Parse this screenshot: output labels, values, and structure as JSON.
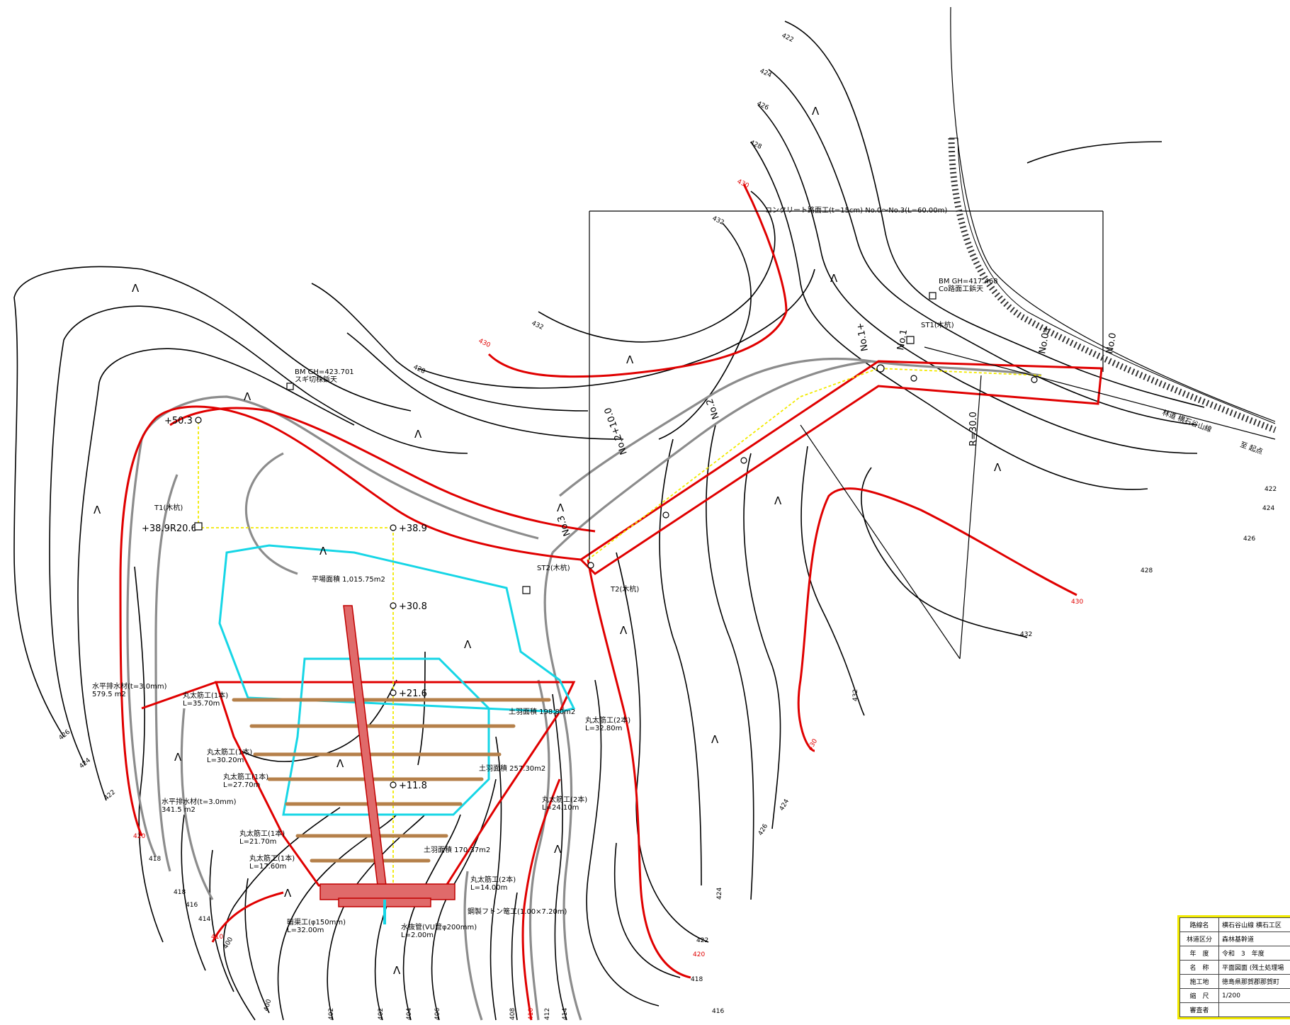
{
  "drawing": {
    "pavement_note": "コンクリート路面工(t=15cm) No.0～No.3(L=60.00m)",
    "road_name": "林道 横石谷山線",
    "start_point": "至 起点",
    "radius_label": "R=30.0",
    "stations": [
      "No.0",
      "No.0+",
      "No.1",
      "No.1+",
      "No.2",
      "No.2+10.0",
      "No.3"
    ],
    "benchmarks": [
      {
        "label": "BM GH=417.468",
        "note": "Co路面工鋲天"
      },
      {
        "label": "BM GH=423.701",
        "note": "スギ切株鋲天"
      }
    ],
    "stakes": [
      "ST1(木杭)",
      "ST2(木杭)",
      "T1(木杭)",
      "T2(木杭)"
    ],
    "elevation_marks": [
      "+50.3",
      "+38.9R20.6",
      "+38.9",
      "+30.8",
      "+21.6",
      "+11.8"
    ],
    "areas": [
      "平場面積 1,015.75m2",
      "土羽面積 198.80m2",
      "土羽面積 257.30m2",
      "土羽面積 170.37m2"
    ],
    "drain_sheets": [
      {
        "label": "水平排水材(t=3.0mm)",
        "area": "579.5 m2"
      },
      {
        "label": "水平排水材(t=3.0mm)",
        "area": "341.5 m2"
      }
    ],
    "log_works": [
      {
        "label": "丸太筋工(1本)",
        "length": "L=35.70m"
      },
      {
        "label": "丸太筋工(2本)",
        "length": "L=32.80m"
      },
      {
        "label": "丸太筋工(1本)",
        "length": "L=30.20m"
      },
      {
        "label": "丸太筋工(1本)",
        "length": "L=27.70m"
      },
      {
        "label": "丸太筋工(2本)",
        "length": "L=24.10m"
      },
      {
        "label": "丸太筋工(1本)",
        "length": "L=21.70m"
      },
      {
        "label": "丸太筋工(1本)",
        "length": "L=17.60m"
      },
      {
        "label": "丸太筋工(2本)",
        "length": "L=14.00m"
      }
    ],
    "structures": [
      "鋼製フトン篭工(1.00×7.20m)",
      "暗渠工(φ150mm)",
      "L=32.00m",
      "水抜管(VU管φ200mm)",
      "L=2.00m"
    ],
    "contours_left": [
      "400",
      "402",
      "404",
      "406",
      "408",
      "410",
      "412",
      "414",
      "416",
      "418",
      "420",
      "422",
      "424",
      "426"
    ],
    "contours_right": [
      "416",
      "418",
      "420",
      "422",
      "424",
      "426",
      "428",
      "430",
      "432"
    ],
    "contours_top": [
      "422",
      "424",
      "426",
      "428",
      "430",
      "432"
    ],
    "vegetation_symbol": "Λ"
  },
  "title_block": {
    "rows": [
      {
        "key": "路線名",
        "value": "横石谷山線 横石工区"
      },
      {
        "key": "林道区分",
        "value": "森林基幹道"
      },
      {
        "key": "年　度",
        "value": "令和　3　年度"
      },
      {
        "key": "名　称",
        "value": "平面図面 (残土処理場"
      },
      {
        "key": "施工地",
        "value": "徳島県那賀郡那賀町"
      },
      {
        "key": "縮　尺",
        "value": "1/200"
      },
      {
        "key": "審査者",
        "value": ""
      }
    ]
  },
  "colors": {
    "contour": "#000000",
    "design_red": "#e00000",
    "existing_grey": "#8c8c8c",
    "fill_cyan": "#16d6e6",
    "log_brown": "#b5804a",
    "guide_yellow": "#f2ea00",
    "gabion": "#e06a6a"
  }
}
